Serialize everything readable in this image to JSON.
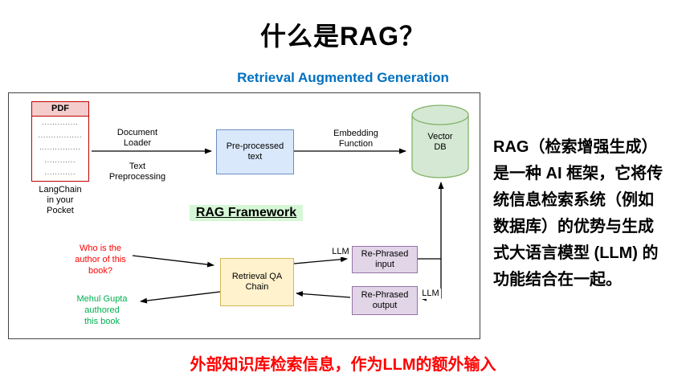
{
  "slide": {
    "title": "什么是RAG？",
    "subtitle": "Retrieval Augmented Generation",
    "bottom_note": "外部知识库检索信息，作为LLM的额外输入"
  },
  "description": {
    "lines": [
      "RAG（检索增强生成）",
      "是一种 AI 框架，它将传",
      "统信息检索系统（例如",
      "数据库）的优势与生成",
      "式大语言模型 (LLM) 的",
      "功能结合在一起。"
    ]
  },
  "diagram": {
    "framework_title": "RAG Framework",
    "pdf": {
      "header": "PDF",
      "lines": [
        "..............",
        ".................",
        "................",
        "............",
        "............"
      ],
      "caption": "LangChain\nin your\nPocket"
    },
    "labels": {
      "document_loader": "Document\nLoader",
      "text_preprocessing": "Text\nPreprocessing",
      "embedding_function": "Embedding\nFunction",
      "llm_top": "LLM",
      "llm_bottom": "LLM"
    },
    "nodes": {
      "preprocessed_text": "Pre-processed\ntext",
      "vector_db": "Vector\nDB",
      "retrieval_qa_chain": "Retrieval QA\nChain",
      "rephrased_input": "Re-Phrased\ninput",
      "rephrased_output": "Re-Phrased\noutput"
    },
    "question": "Who is the\nauthor of this\nbook?",
    "answer": "Mehul Gupta\nauthored\nthis book"
  },
  "colors": {
    "subtitle_blue": "#0070c0",
    "note_red": "#ff0000",
    "question_red": "#ff0000",
    "answer_green": "#00b050",
    "pdf_border": "#c00000",
    "pdf_header_bg": "#f4cccc",
    "blue_node_bg": "#dae8fc",
    "blue_node_border": "#6c8ebf",
    "green_node_bg": "#d5e8d4",
    "green_node_border": "#82b366",
    "yellow_node_bg": "#fff2cc",
    "yellow_node_border": "#d6b656",
    "purple_node_bg": "#e1d5e7",
    "purple_node_border": "#9673a6",
    "framework_highlight": "#d5f7d5"
  }
}
